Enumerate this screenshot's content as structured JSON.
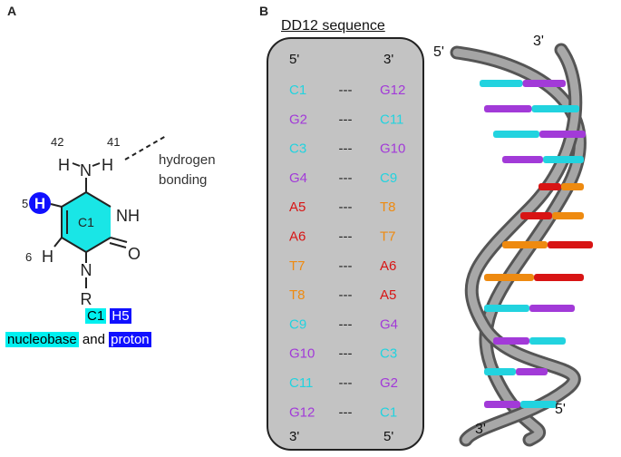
{
  "panels": {
    "a": "A",
    "b": "B"
  },
  "molecule": {
    "n42": "42",
    "n41": "41",
    "h_left": "H",
    "n_amine": "N",
    "h_right": "H",
    "hbond_label_1": "hydrogen",
    "hbond_label_2": "bonding",
    "pos5": "5",
    "h5": "H",
    "ring_label": "C1",
    "nh": "NH",
    "pos6": "6",
    "h6": "H",
    "n1": "N",
    "o": "O",
    "r": "R"
  },
  "legend": {
    "c1": "C1",
    "h5": "H5",
    "nucleobase": "nucleobase",
    "and": "and",
    "proton": "proton"
  },
  "sequence": {
    "title": "DD12 sequence",
    "top_left": "5'",
    "top_right": "3'",
    "bottom_left": "3'",
    "bottom_right": "5'",
    "pairs": [
      {
        "left": "C1",
        "link": "---",
        "right": "G12"
      },
      {
        "left": "G2",
        "link": "---",
        "right": "C11"
      },
      {
        "left": "C3",
        "link": "---",
        "right": "G10"
      },
      {
        "left": "G4",
        "link": "---",
        "right": "C9"
      },
      {
        "left": "A5",
        "link": "---",
        "right": "T8"
      },
      {
        "left": "A6",
        "link": "---",
        "right": "T7"
      },
      {
        "left": "T7",
        "link": "---",
        "right": "A6"
      },
      {
        "left": "T8",
        "link": "---",
        "right": "A5"
      },
      {
        "left": "C9",
        "link": "---",
        "right": "G4"
      },
      {
        "left": "G10",
        "link": "---",
        "right": "C3"
      },
      {
        "left": "C11",
        "link": "---",
        "right": "G2"
      },
      {
        "left": "G12",
        "link": "---",
        "right": "C1"
      }
    ]
  },
  "colors": {
    "C": "#22d3df",
    "G": "#a23ad8",
    "A": "#d81414",
    "T": "#ee8a10",
    "H5": "#1010ff"
  },
  "helix": {
    "top_5": "5'",
    "top_3": "3'",
    "bottom_5": "5'",
    "bottom_3": "3'"
  }
}
